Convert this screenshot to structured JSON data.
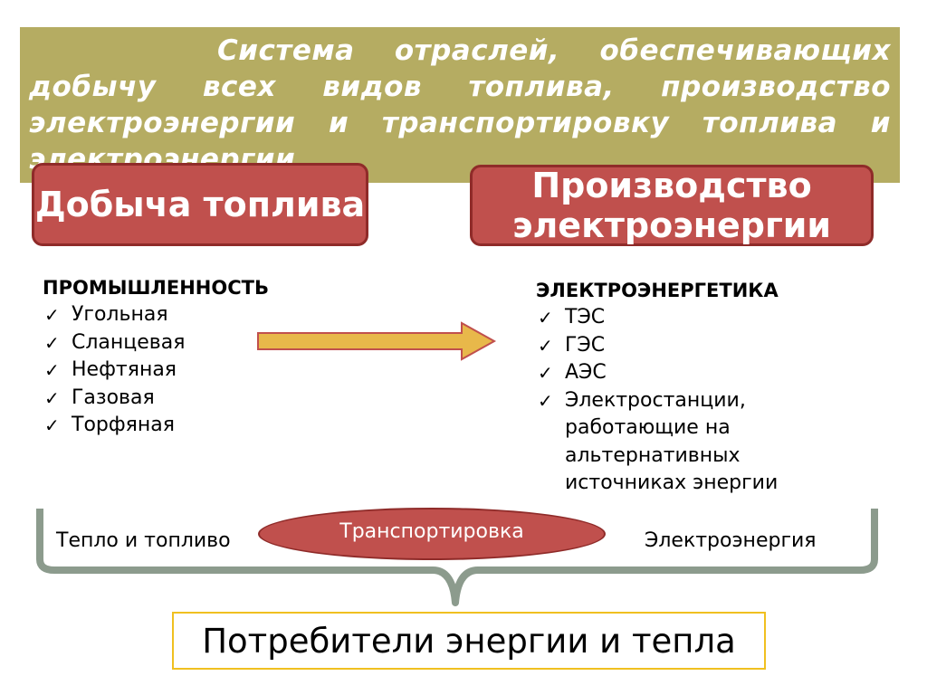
{
  "title": {
    "text": "Система отраслей, обеспечивающих добычу всех видов топлива, производство электроэнергии и транспортировку топлива и электроэнергии"
  },
  "boxes": {
    "fuel_extraction": "Добыча топлива",
    "power_production": "Производство электроэнергии"
  },
  "left_column": {
    "heading": "ПРОМЫШЛЕННОСТЬ",
    "items": [
      "Угольная",
      "Сланцевая",
      "Нефтяная",
      "Газовая",
      "Торфяная"
    ]
  },
  "right_column": {
    "heading": "ЭЛЕКТРОЭНЕРГЕТИКА",
    "items": [
      "ТЭС",
      "ГЭС",
      "АЭС",
      "Электростанции, работающие на альтернативных источниках энергии"
    ]
  },
  "bottom": {
    "heat_fuel": "Тепло и топливо",
    "transport": "Транспортировка",
    "electricity": "Электроэнергия",
    "consumers": "Потребители энергии и тепла"
  },
  "colors": {
    "title_band": "#b5ac62",
    "red_box": "#c0504d",
    "arrow": "#e8b84a",
    "brace": "#8c9b8d",
    "consumer_border": "#f0c020"
  },
  "icons": {
    "bullet": "check-icon"
  }
}
